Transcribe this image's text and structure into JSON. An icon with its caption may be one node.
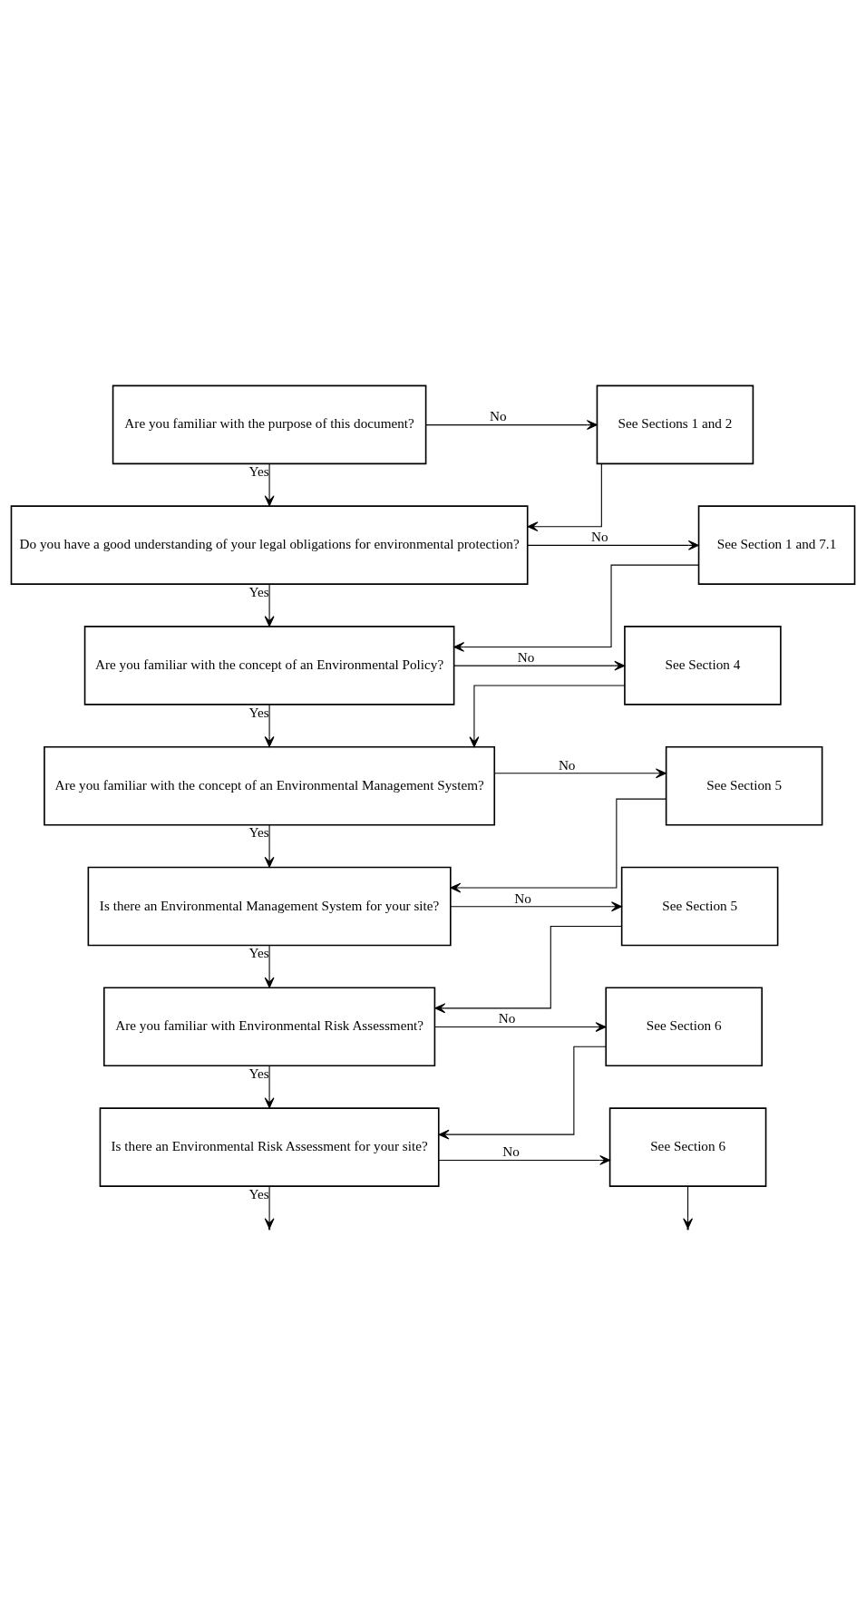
{
  "diagram": {
    "nodes": [
      {
        "text": [
          "Are you familiar with the purpose of this document?"
        ]
      },
      {
        "text": [
          "See Sections 1 and 2"
        ]
      },
      {
        "text": [
          "Do you have a good understanding of your legal obligations for environmental protection?"
        ]
      },
      {
        "text": [
          "See Section 1 and 7.1"
        ]
      },
      {
        "text": [
          "Are you familiar with the concept of an Environmental Policy?"
        ]
      },
      {
        "text": [
          "See Section 4"
        ]
      },
      {
        "text": [
          "Are you familiar with the concept of an Environmental Management System?"
        ]
      },
      {
        "text": [
          "See Section 5"
        ]
      },
      {
        "text": [
          "Is there an Environmental Management System for your site?"
        ]
      },
      {
        "text": [
          "See Section 5"
        ]
      },
      {
        "text": [
          "Are you familiar with Environmental Risk Assessment?"
        ]
      },
      {
        "text": [
          "See Section 6"
        ]
      },
      {
        "text": [
          "Is there an Environmental Risk Assessment for your site?"
        ]
      },
      {
        "text": [
          "See Section 6"
        ]
      }
    ],
    "edges": [
      {
        "from": 0,
        "to": 1,
        "arrow": "to",
        "label": "No"
      },
      {
        "from": 0,
        "to": 2,
        "arrow": "to",
        "label": "Yes"
      },
      {
        "from": 1,
        "to": 2,
        "arrow": "to"
      },
      {
        "from": 2,
        "to": 3,
        "arrow": "to",
        "label": "No"
      },
      {
        "from": 2,
        "to": 4,
        "arrow": "to",
        "label": "Yes"
      },
      {
        "from": 3,
        "to": 4,
        "arrow": "to"
      },
      {
        "from": 4,
        "to": 5,
        "arrow": "to",
        "label": "No"
      },
      {
        "from": 4,
        "to": 6,
        "arrow": "to",
        "label": "Yes"
      },
      {
        "from": 5,
        "to": 6,
        "arrow": "to"
      },
      {
        "from": 6,
        "to": 7,
        "arrow": "to",
        "label": "No"
      },
      {
        "from": 6,
        "to": 8,
        "arrow": "to",
        "label": "Yes"
      },
      {
        "from": 7,
        "to": 8,
        "arrow": "to"
      },
      {
        "from": 8,
        "to": 9,
        "arrow": "to",
        "label": "No"
      },
      {
        "from": 8,
        "to": 10,
        "arrow": "to",
        "label": "Yes"
      },
      {
        "from": 9,
        "to": 10,
        "arrow": "to"
      },
      {
        "from": 10,
        "to": 11,
        "arrow": "to",
        "label": "No"
      },
      {
        "from": 10,
        "to": 12,
        "arrow": "to",
        "label": "Yes"
      },
      {
        "from": 11,
        "to": 12,
        "arrow": "to"
      },
      {
        "from": 12,
        "to": 13,
        "arrow": "to",
        "label": "No"
      },
      {
        "from": 12,
        "to": null,
        "arrow": "to",
        "label": "Yes"
      },
      {
        "from": 13,
        "to": null,
        "arrow": "to"
      }
    ]
  }
}
